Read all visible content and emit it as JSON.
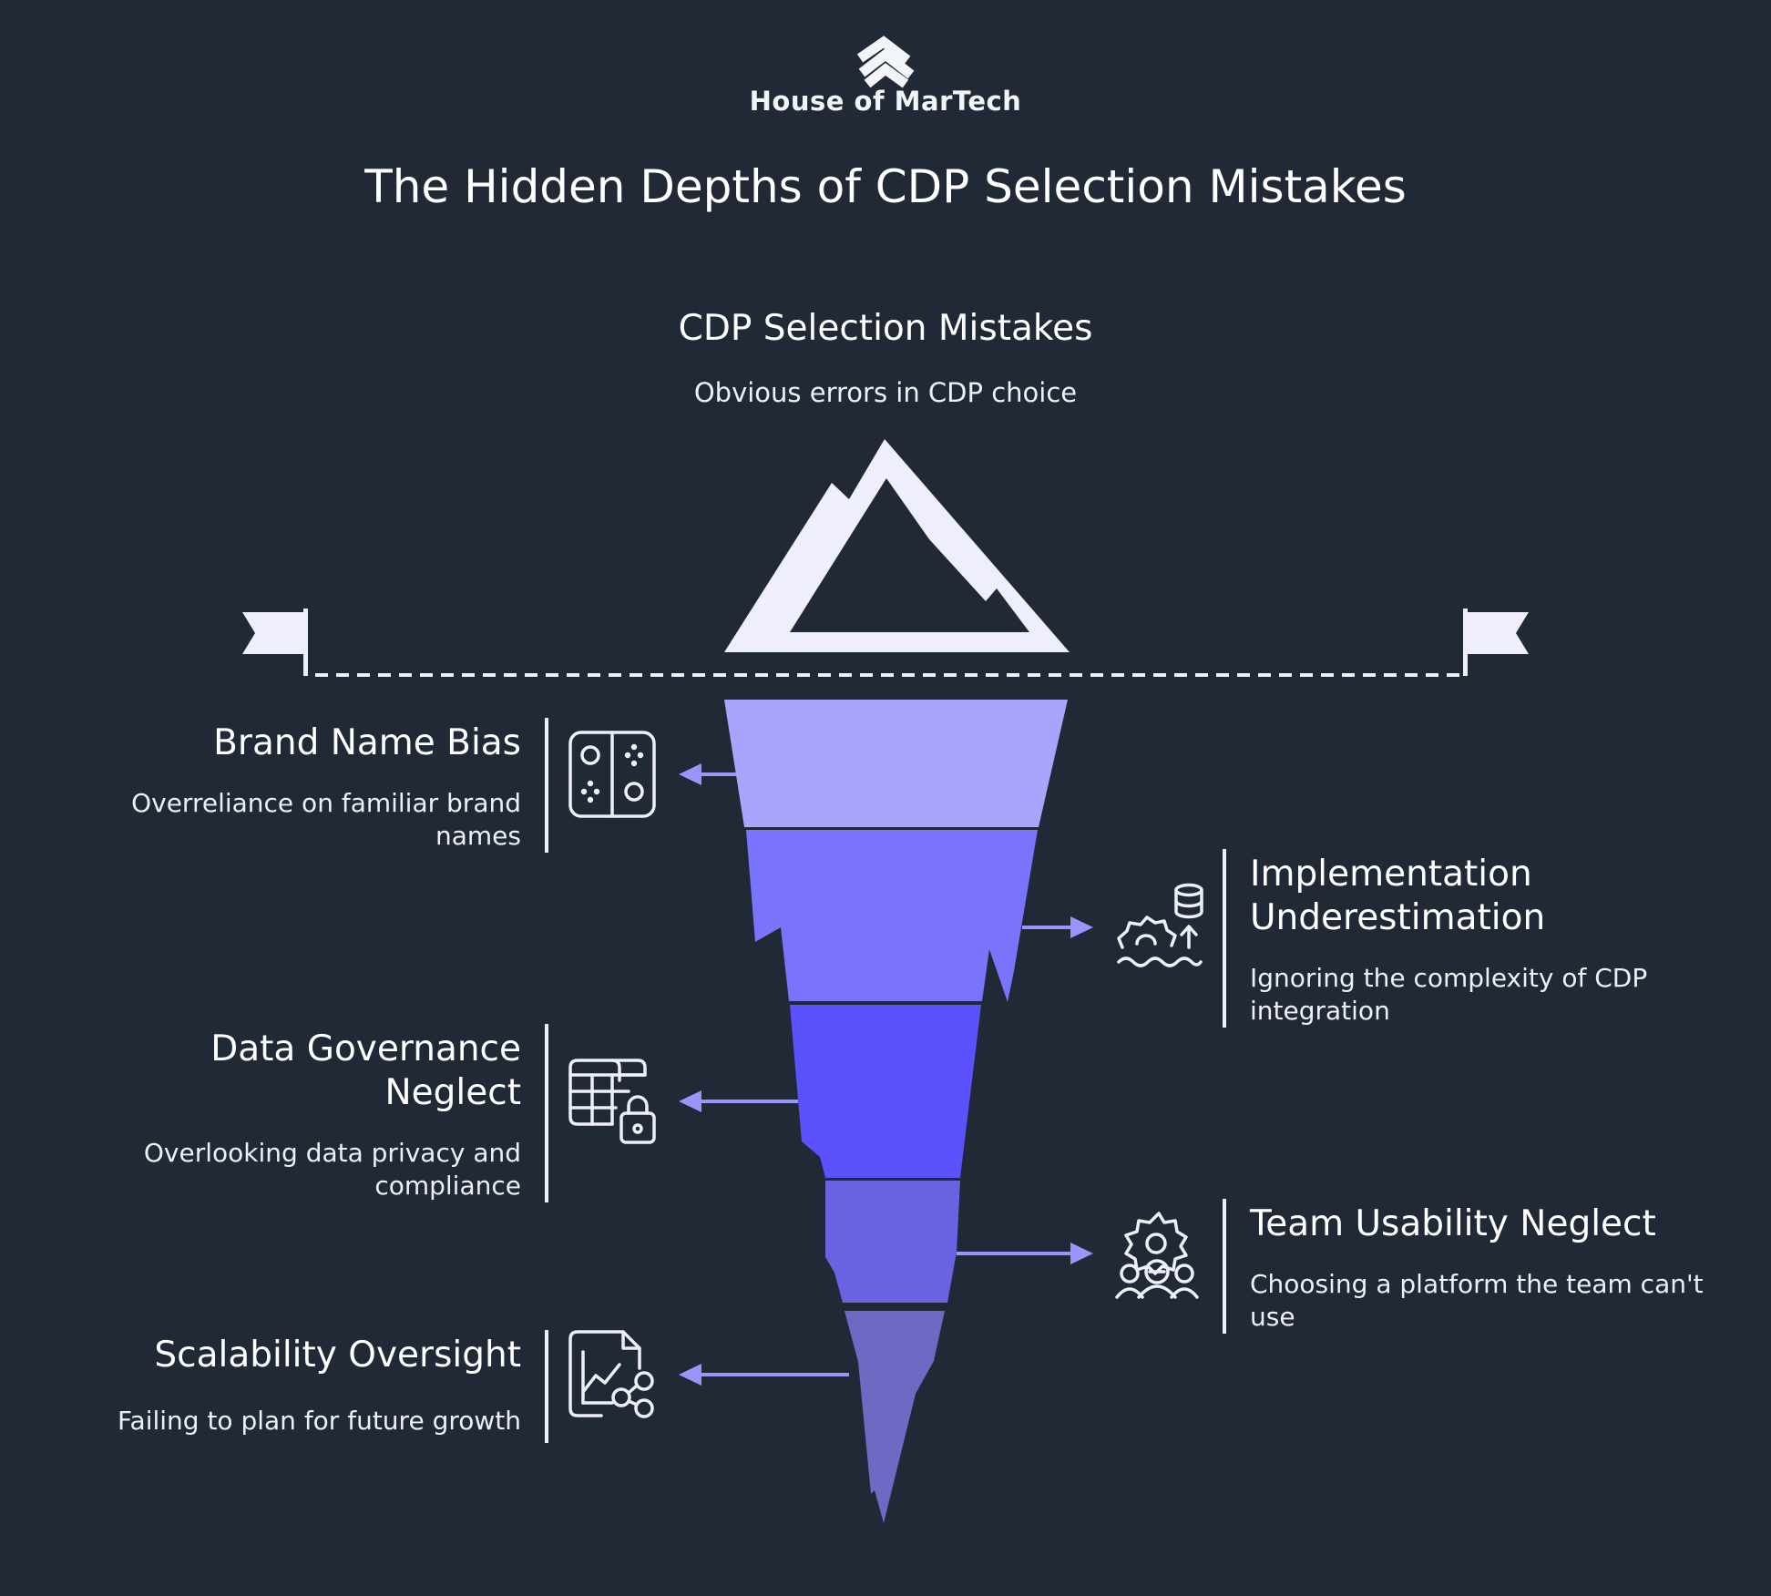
{
  "header": {
    "brand_name": "House of MarTech",
    "brand_logo_icon": "chevron-stack-logo-icon",
    "title": "The Hidden Depths of CDP Selection Mistakes"
  },
  "tip": {
    "heading": "CDP Selection Mistakes",
    "description": "Obvious errors in CDP choice",
    "icon": "mountain-peak-icon"
  },
  "colors": {
    "background": "#212936",
    "peak": "#efeefb",
    "layer_1": "#a9a5fd",
    "layer_2": "#7a74fd",
    "layer_3": "#5b52fd",
    "layer_4": "#6962e1",
    "layer_5": "#6f69c4",
    "arrow": "#9b95fb"
  },
  "layers": [
    {
      "heading_lines": [
        "Brand Name Bias"
      ],
      "description_lines": [
        "Overreliance on familiar brand",
        "names"
      ],
      "side": "left",
      "icon": "toggle-panels-icon"
    },
    {
      "heading_lines": [
        "Implementation",
        "Underestimation"
      ],
      "description_lines": [
        "Ignoring the complexity of CDP",
        "integration"
      ],
      "side": "right",
      "icon": "gear-database-upload-icon"
    },
    {
      "heading_lines": [
        "Data Governance",
        "Neglect"
      ],
      "description_lines": [
        "Overlooking data privacy and",
        "compliance"
      ],
      "side": "left",
      "icon": "table-lock-icon"
    },
    {
      "heading_lines": [
        "Team Usability Neglect"
      ],
      "description_lines": [
        "Choosing a platform the team can't",
        "use"
      ],
      "side": "right",
      "icon": "team-gear-icon"
    },
    {
      "heading_lines": [
        "Scalability Oversight"
      ],
      "description_lines": [
        "Failing to plan for future growth"
      ],
      "side": "left",
      "icon": "chart-share-icon"
    }
  ]
}
